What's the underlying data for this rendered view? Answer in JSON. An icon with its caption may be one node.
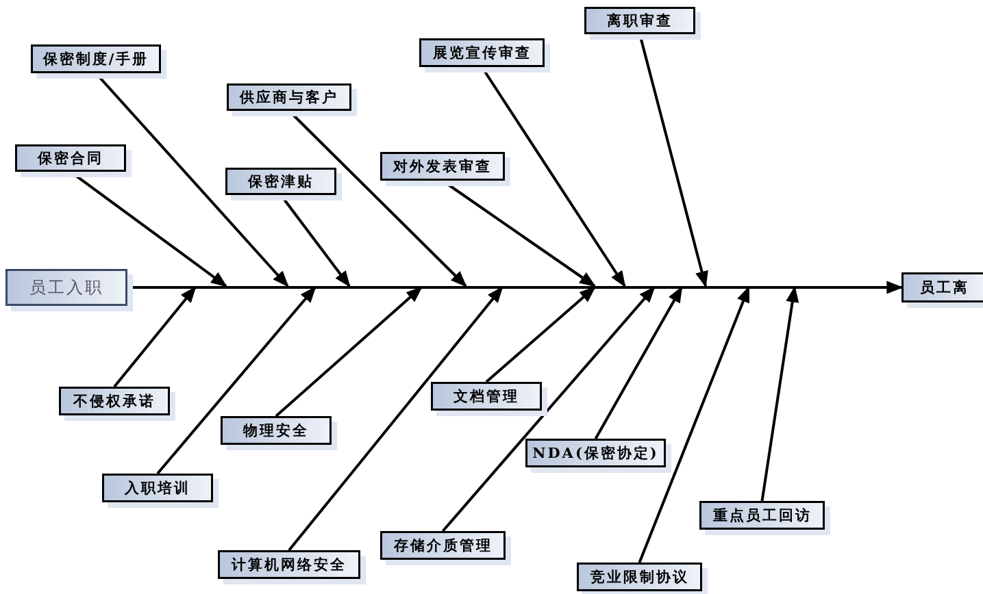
{
  "diagram": {
    "nodes": [
      {
        "text": [
          "员工入职"
        ]
      },
      {
        "text": [
          "保密合同"
        ]
      },
      {
        "text": [
          "保密制度/手册"
        ]
      },
      {
        "text": [
          "保密津贴"
        ]
      },
      {
        "text": [
          "供应商与客户"
        ]
      },
      {
        "text": [
          "对外发表审查"
        ]
      },
      {
        "text": [
          "展览宣传审查"
        ]
      },
      {
        "text": [
          "离职审查"
        ]
      },
      {
        "text": [
          "不侵权承诺"
        ]
      },
      {
        "text": [
          "入职培训"
        ]
      },
      {
        "text": [
          "物理安全"
        ]
      },
      {
        "text": [
          "计算机网络安全"
        ]
      },
      {
        "text": [
          "文档管理"
        ]
      },
      {
        "text": [
          "存储介质管理"
        ]
      },
      {
        "text": [
          "NDA(保密协定)"
        ]
      },
      {
        "text": [
          "竞业限制协议"
        ]
      },
      {
        "text": [
          "重点员工回访"
        ]
      },
      {
        "text": [
          "员工离"
        ]
      }
    ],
    "edges": [
      {
        "from": 0,
        "to": 17,
        "arrow": "to"
      },
      {
        "from": 1,
        "to": null,
        "arrow": "to"
      },
      {
        "from": 2,
        "to": null,
        "arrow": "to"
      },
      {
        "from": 3,
        "to": null,
        "arrow": "to"
      },
      {
        "from": 4,
        "to": null,
        "arrow": "to"
      },
      {
        "from": 5,
        "to": null,
        "arrow": "to"
      },
      {
        "from": 6,
        "to": null,
        "arrow": "to"
      },
      {
        "from": 7,
        "to": null,
        "arrow": "to"
      },
      {
        "from": 8,
        "to": null,
        "arrow": "to"
      },
      {
        "from": 9,
        "to": null,
        "arrow": "to"
      },
      {
        "from": 10,
        "to": null,
        "arrow": "to"
      },
      {
        "from": 11,
        "to": null,
        "arrow": "to"
      },
      {
        "from": 12,
        "to": null,
        "arrow": "to"
      },
      {
        "from": 13,
        "to": null,
        "arrow": "to"
      },
      {
        "from": 14,
        "to": null,
        "arrow": "to"
      },
      {
        "from": 15,
        "to": null,
        "arrow": "to"
      },
      {
        "from": 16,
        "to": null,
        "arrow": "to"
      }
    ]
  }
}
